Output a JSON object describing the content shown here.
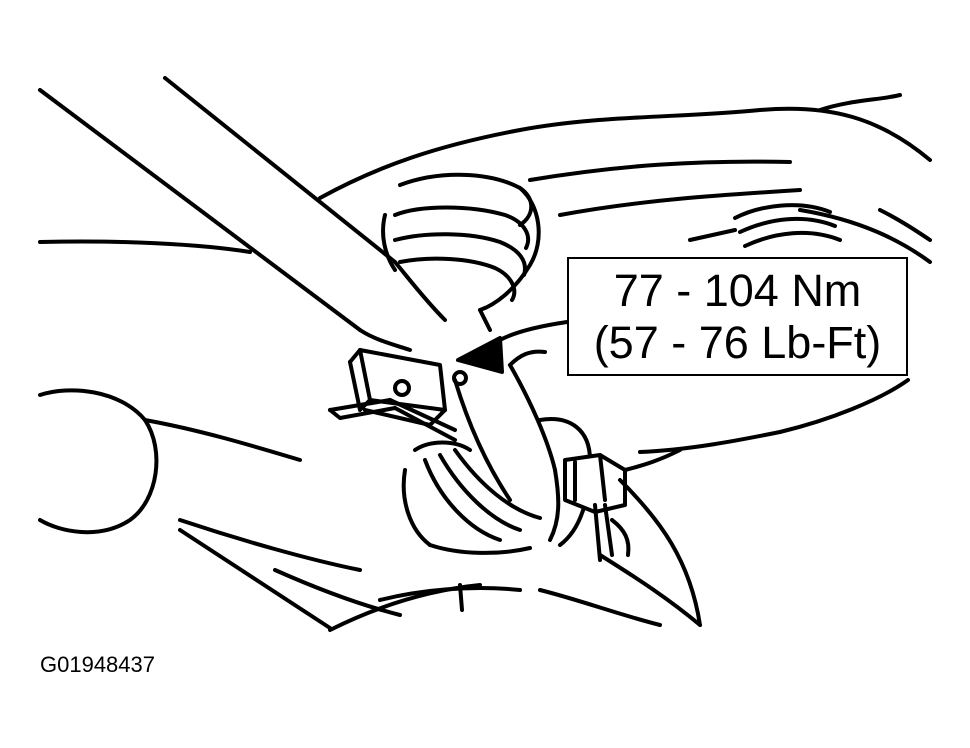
{
  "callout": {
    "metric": "77 - 104 Nm",
    "imperial": "(57 - 76 Lb-Ft)"
  },
  "figure_id": "G01948437",
  "colors": {
    "ink": "#000000",
    "paper": "#ffffff"
  }
}
